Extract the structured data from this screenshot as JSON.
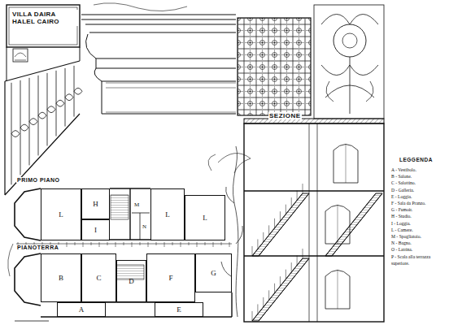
{
  "diagram": {
    "title": "VILLA DAIRA HALEL CAIRO",
    "nodes": [
      {
        "text": [
          "L"
        ]
      },
      {
        "text": [
          "H"
        ]
      },
      {
        "text": [
          "I"
        ]
      },
      {
        "text": [
          "L"
        ]
      },
      {
        "text": [
          "L"
        ]
      },
      {
        "text": [
          "B"
        ]
      },
      {
        "text": [
          "C"
        ]
      },
      {
        "text": [
          "D"
        ]
      },
      {
        "text": [
          "F"
        ]
      },
      {
        "text": [
          "G"
        ]
      },
      {
        "text": [
          "A"
        ]
      },
      {
        "text": [
          "E"
        ]
      }
    ],
    "labels": [
      "SEZIONE",
      "PRIMO PIANO",
      "PIANOTERRA",
      "M",
      "N",
      "LEGGENDA"
    ],
    "legend": [
      {
        "text": "A - Vestibolo."
      },
      {
        "text": "B - Salone."
      },
      {
        "text": "C - Salottino."
      },
      {
        "text": "D - Galleria."
      },
      {
        "text": "E - Loggia."
      },
      {
        "text": "F - Sala da Pranzo."
      },
      {
        "text": "G - Fumoir."
      },
      {
        "text": "H - Studio."
      },
      {
        "text": "I - Loggia."
      },
      {
        "text": "L - Camere."
      },
      {
        "text": "M - Spogliatoio."
      },
      {
        "text": "N - Bagno."
      },
      {
        "text": "O - Latrina."
      },
      {
        "text": "P - Scala alla terrazza superiore."
      }
    ]
  }
}
